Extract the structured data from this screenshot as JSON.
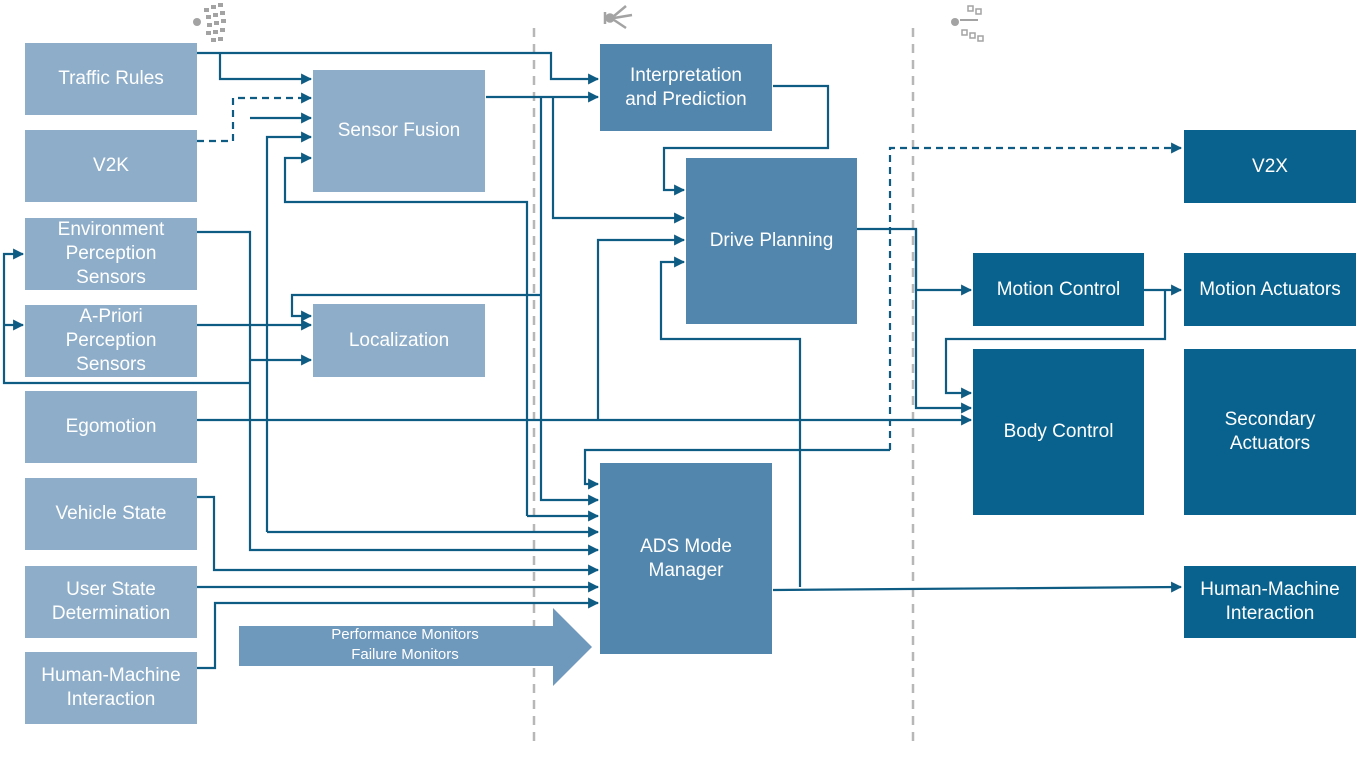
{
  "colors": {
    "input_box": "#8eadc9",
    "processing_box": "#5286ac",
    "output_box": "#08628d",
    "wire": "#0e5b84",
    "divider": "#b7b7b7",
    "group_icon": "#a3a3a3"
  },
  "group_icons": [
    "sense-icon",
    "plan-icon",
    "act-icon"
  ],
  "inputs": {
    "traffic_rules": "Traffic Rules",
    "v2k": "V2K",
    "environment_perception_sensors": "Environment\nPerception\nSensors",
    "a_priori_perception_sensors": "A-Priori\nPerception\nSensors",
    "egomotion": "Egomotion",
    "vehicle_state": "Vehicle State",
    "user_state_determination": "User State\nDetermination",
    "human_machine_interaction": "Human-Machine\nInteraction"
  },
  "perception": {
    "sensor_fusion": "Sensor Fusion",
    "localization": "Localization"
  },
  "planning": {
    "interpretation_prediction": "Interpretation\nand Prediction",
    "drive_planning": "Drive Planning",
    "ads_mode_manager": "ADS Mode\nManager"
  },
  "outputs": {
    "v2x": "V2X",
    "motion_control": "Motion Control",
    "motion_actuators": "Motion Actuators",
    "body_control": "Body Control",
    "secondary_actuators": "Secondary\nActuators",
    "human_machine_interaction": "Human-Machine\nInteraction"
  },
  "monitors": {
    "line1": "Performance Monitors",
    "line2": "Failure Monitors"
  }
}
